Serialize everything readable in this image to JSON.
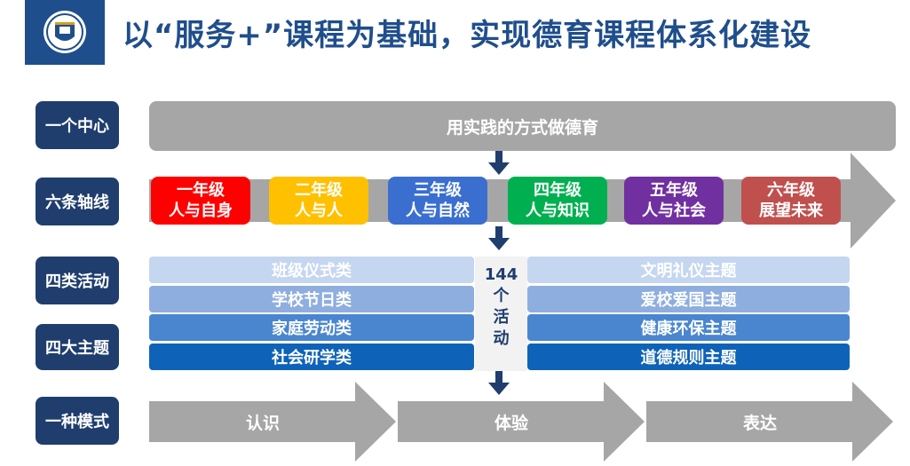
{
  "header": {
    "title": "以“服务+”课程为基础，实现德育课程体系化建设"
  },
  "labels": {
    "center": "一个中心",
    "axes": "六条轴线",
    "activities": "四类活动",
    "themes": "四大主题",
    "mode": "一种模式"
  },
  "center_text": "用实践的方式做德育",
  "grades": [
    {
      "line1": "一年级",
      "line2": "人与自身",
      "color": "#ff0000"
    },
    {
      "line1": "二年级",
      "line2": "人与人",
      "color": "#ffc000"
    },
    {
      "line1": "三年级",
      "line2": "人与自然",
      "color": "#3a6fd0"
    },
    {
      "line1": "四年级",
      "line2": "人与知识",
      "color": "#00b050"
    },
    {
      "line1": "五年级",
      "line2": "人与社会",
      "color": "#7030a0"
    },
    {
      "line1": "六年级",
      "line2": "展望未来",
      "color": "#c0504d"
    }
  ],
  "activities_left": [
    {
      "label": "班级仪式类"
    },
    {
      "label": "学校节日类"
    },
    {
      "label": "家庭劳动类"
    },
    {
      "label": "社会研学类"
    }
  ],
  "themes_right": [
    {
      "label": "文明礼仪主题"
    },
    {
      "label": "爱校爱国主题"
    },
    {
      "label": "健康环保主题"
    },
    {
      "label": "道德规则主题"
    }
  ],
  "activity_count": {
    "number": "144",
    "c1": "个",
    "c2": "活",
    "c3": "动"
  },
  "modes": [
    {
      "label": "认识"
    },
    {
      "label": "体验"
    },
    {
      "label": "表达"
    }
  ],
  "colors": {
    "brand_blue": "#1f4e8c",
    "label_navy": "#1f3e6e",
    "gray": "#a6a6a6",
    "blue_shades": [
      "#c5d6f0",
      "#8eaee0",
      "#4a86cf",
      "#0e63b8"
    ]
  }
}
